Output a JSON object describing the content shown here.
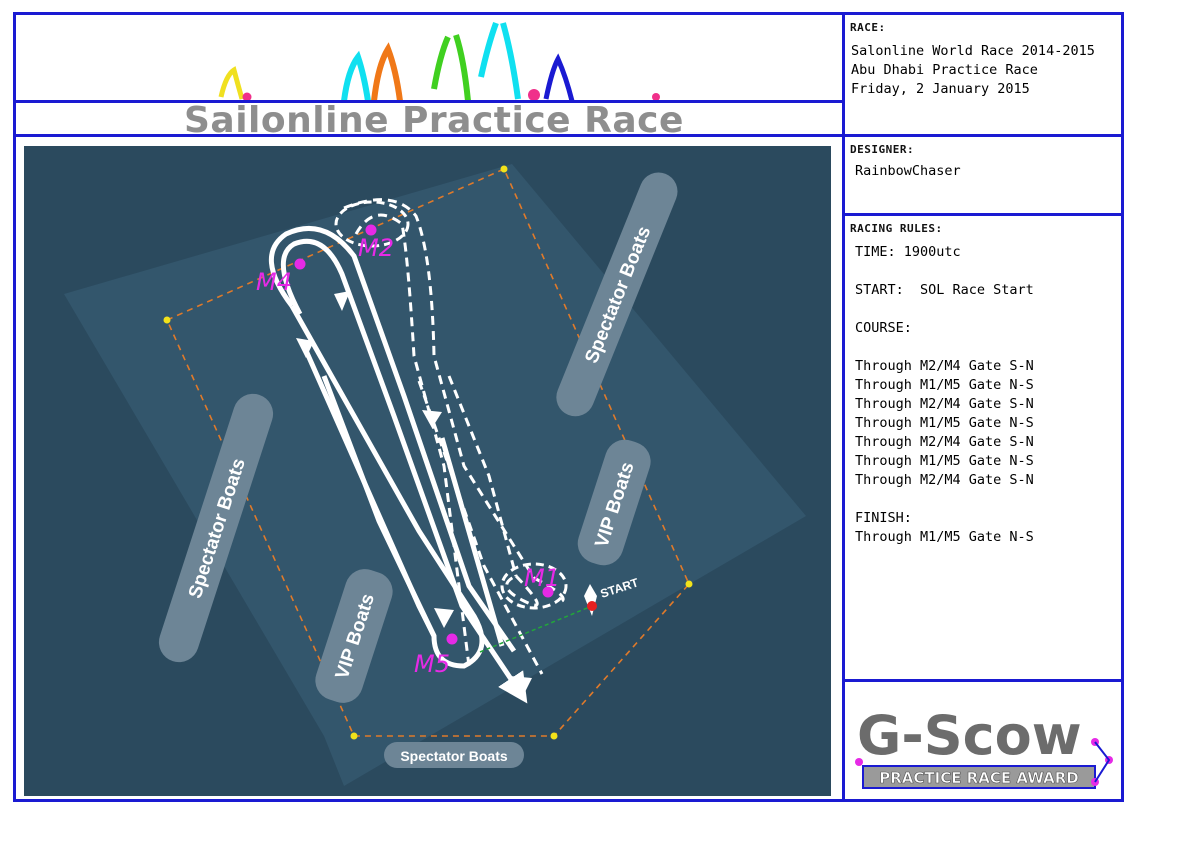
{
  "header": {
    "title": "Sailonline Practice Race"
  },
  "race": {
    "heading": "RACE:",
    "line1": "Salonline World Race 2014-2015",
    "line2": "Abu Dhabi Practice Race",
    "line3": "Friday, 2 January 2015"
  },
  "designer": {
    "heading": "DESIGNER:",
    "name": "RainbowChaser"
  },
  "rules": {
    "heading": "RACING RULES:",
    "time": "TIME: 1900utc",
    "start": "START:  SOL Race Start",
    "course_heading": "COURSE:",
    "course": [
      "Through M2/M4 Gate S-N",
      "Through M1/M5 Gate N-S",
      "Through M2/M4 Gate S-N",
      "Through M1/M5 Gate N-S",
      "Through M2/M4 Gate S-N",
      "Through M1/M5 Gate N-S",
      "Through M2/M4 Gate S-N"
    ],
    "finish_heading": "FINISH:",
    "finish": "Through M1/M5 Gate N-S"
  },
  "map": {
    "marks": {
      "m1": "M1",
      "m2": "M2",
      "m4": "M4",
      "m5": "M5"
    },
    "start_label": "START",
    "areas": {
      "spectator_left": "Spectator Boats",
      "spectator_right": "Spectator Boats",
      "spectator_bottom": "Spectator Boats",
      "vip_left": "VIP Boats",
      "vip_right": "VIP Boats"
    },
    "colors": {
      "water": "#2b4a5e",
      "mark": "#e62ae6",
      "boundary": "#e07a2a",
      "buoy": "#f2e21a",
      "start_line": "#22a63a"
    }
  },
  "award": {
    "title": "G-Scow",
    "subtitle": "PRACTICE RACE AWARD"
  },
  "colors": {
    "frame": "#1a1ad2",
    "title": "#8e8e8e"
  }
}
